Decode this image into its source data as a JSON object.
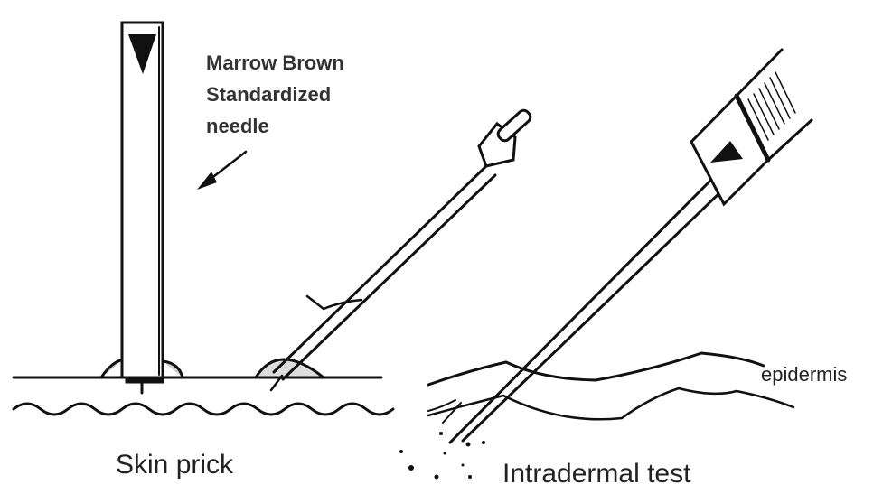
{
  "needle_label": [
    "Marrow Brown",
    "Standardized",
    "needle"
  ],
  "skin_prick_label": "Skin prick",
  "intradermal_label": "Intradermal test",
  "epidermis_label": "epidermis",
  "colors": {
    "ink": "#111111",
    "background": "#ffffff",
    "shading": "#cccccc"
  }
}
